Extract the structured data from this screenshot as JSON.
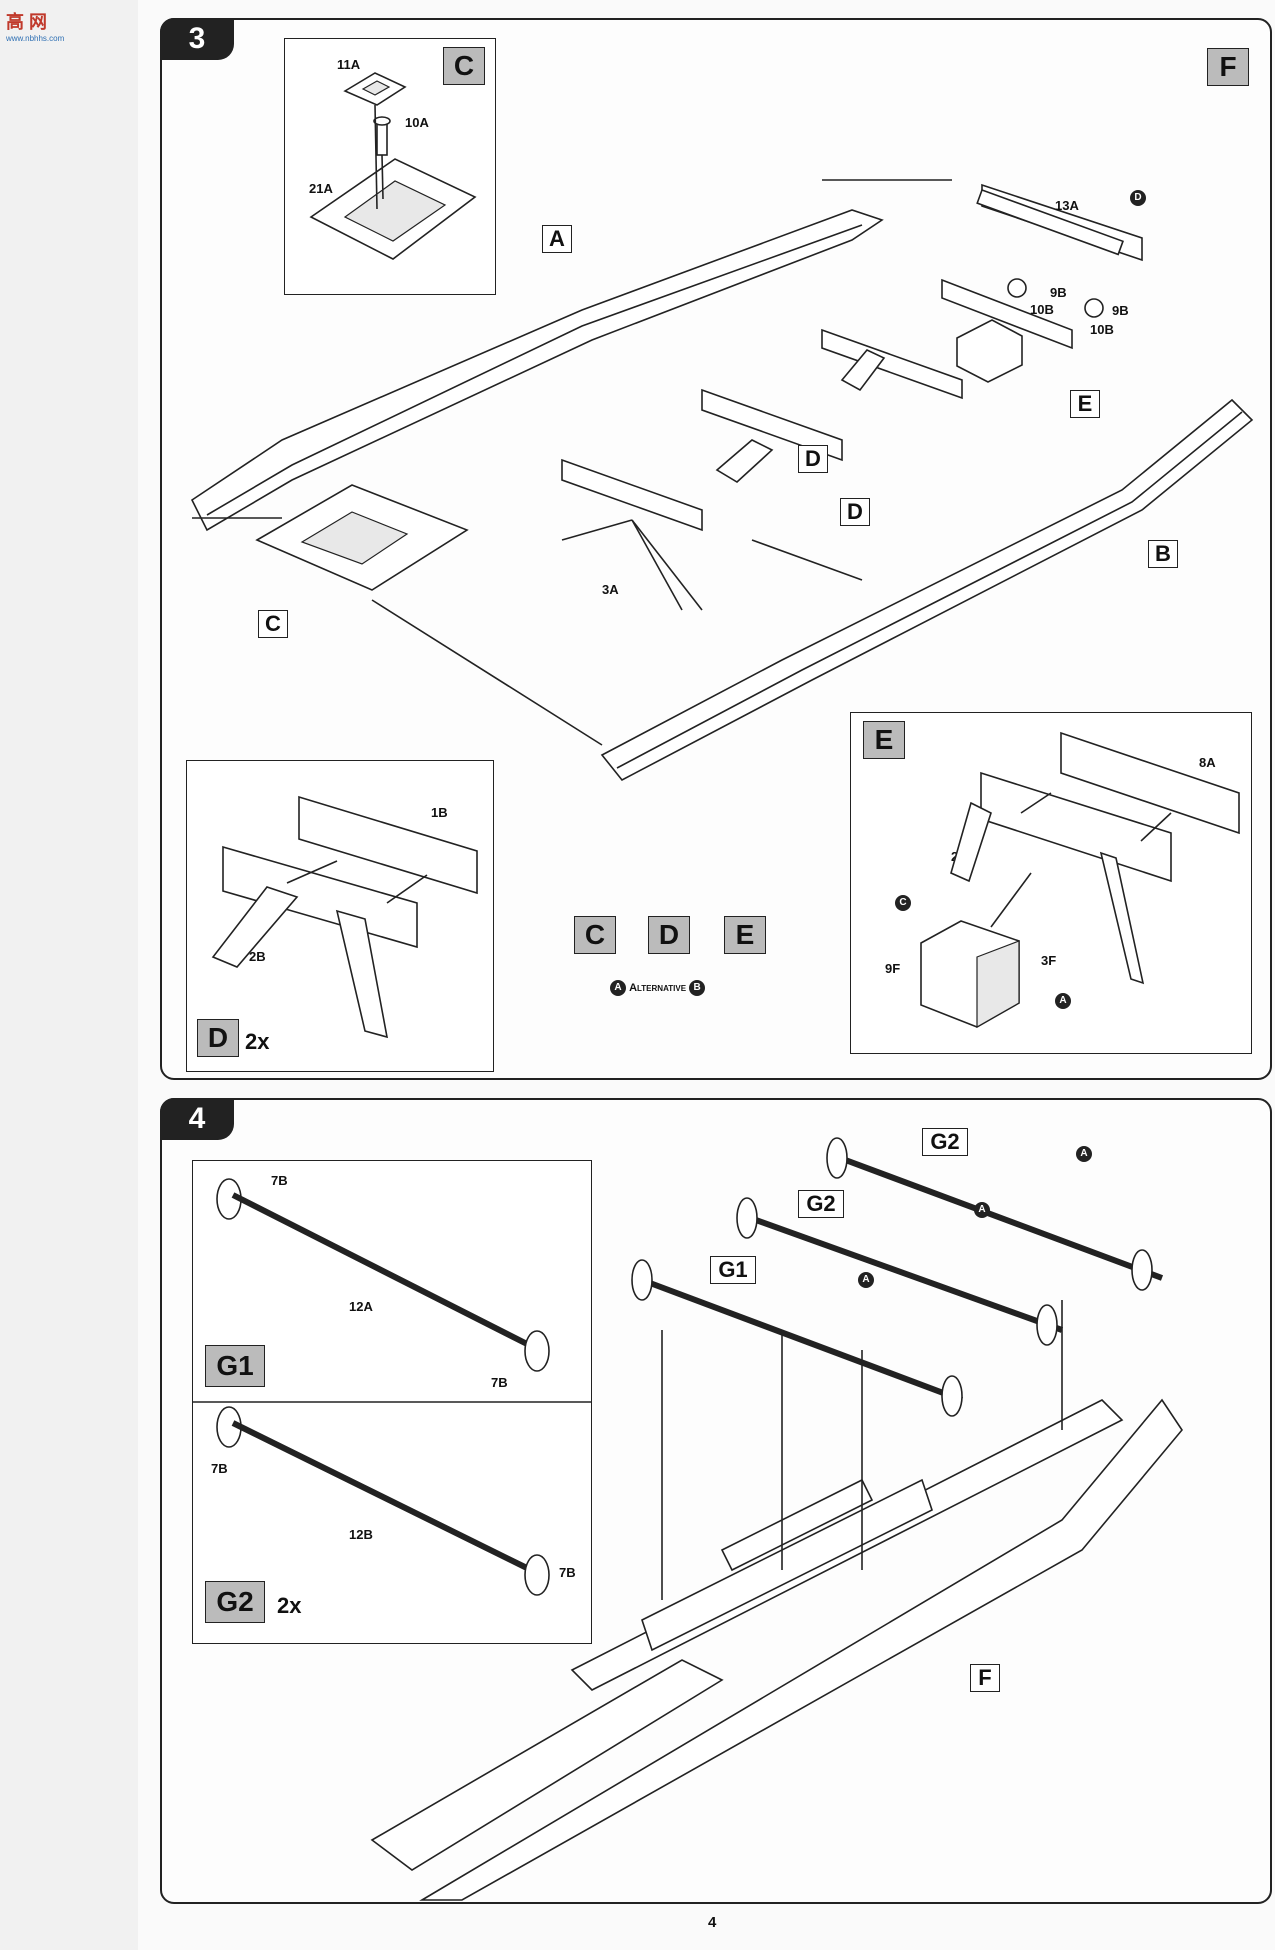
{
  "watermark": {
    "title": "高 网",
    "subtitle": "www.nbhhs.com"
  },
  "page_number": "4",
  "step3": {
    "number": "3",
    "corner_tag": "F",
    "inset_c": {
      "tag": "C",
      "parts": [
        "11A",
        "10A",
        "21A"
      ]
    },
    "frame_tags": {
      "a": "A",
      "b": "B",
      "c": "C",
      "d1": "D",
      "d2": "D",
      "e": "E"
    },
    "callout_d": "D",
    "parts": {
      "p13a": "13A",
      "p9b_1": "9B",
      "p10b_1": "10B",
      "p9b_2": "9B",
      "p10b_2": "10B",
      "p3a": "3A"
    },
    "inset_d": {
      "tag": "D",
      "qty": "2x",
      "parts": [
        "1B",
        "2B"
      ]
    },
    "inset_e": {
      "tag": "E",
      "parts": [
        "8A",
        "2A",
        "3F",
        "9F"
      ],
      "callout_c": "C",
      "callout_a": "A"
    },
    "options": {
      "c": "C",
      "d": "D",
      "e": "E"
    },
    "alternative": {
      "left": "A",
      "text": "Alternative",
      "right": "B"
    }
  },
  "step4": {
    "number": "4",
    "g1_inset": {
      "tag": "G1",
      "parts": [
        "7B",
        "12A",
        "7B"
      ]
    },
    "g2_inset": {
      "tag": "G2",
      "qty": "2x",
      "parts": [
        "7B",
        "12B",
        "7B"
      ]
    },
    "main_tags": {
      "g1": "G1",
      "g2a": "G2",
      "g2b": "G2",
      "f": "F"
    },
    "callout_a": "A"
  }
}
